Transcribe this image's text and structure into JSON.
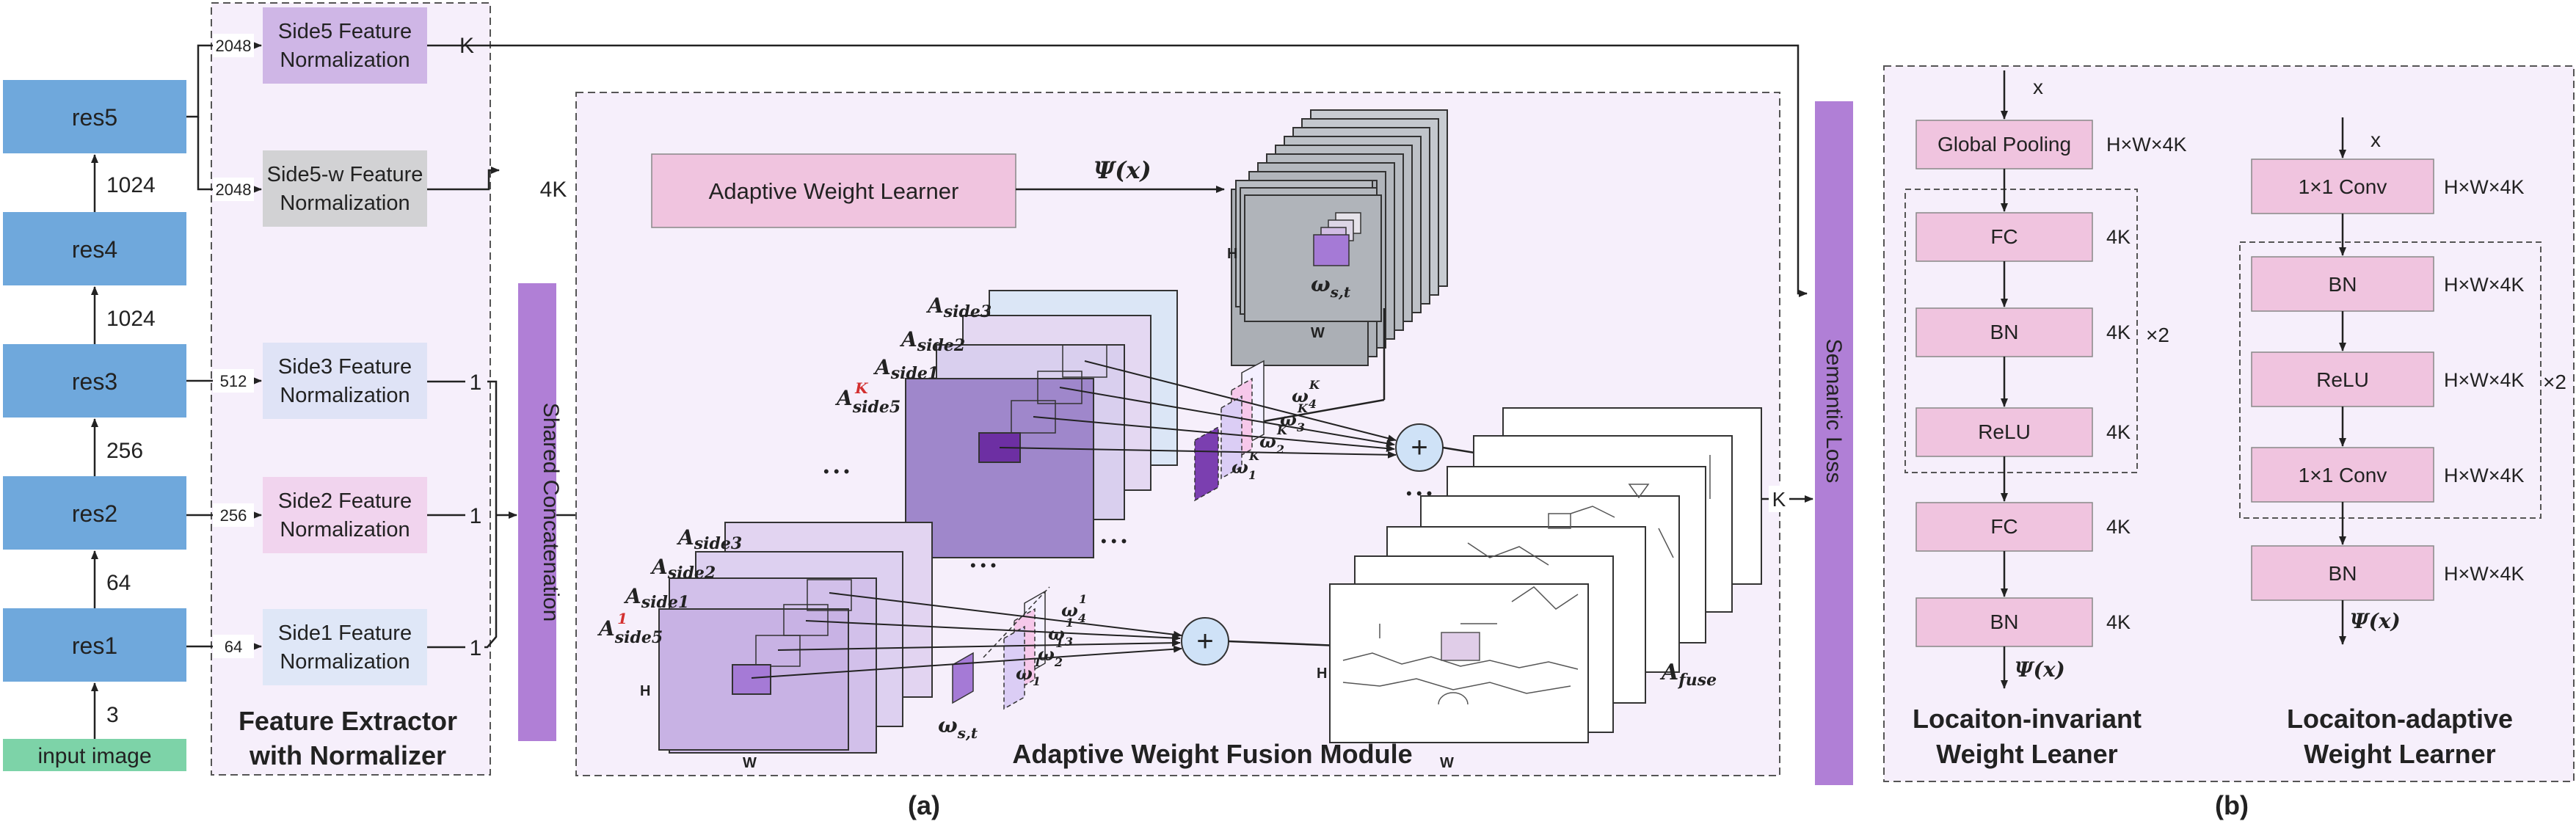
{
  "colors": {
    "res_blue": "#6fa8dc",
    "input_green": "#7dd3a8",
    "side5_purple": "#cfb6e6",
    "side5w_gray": "#d2d2d4",
    "side3_lavender": "#dfe3f6",
    "side2_pink": "#f1d4ee",
    "side1_blue": "#dfe7f7",
    "bar_purple": "#b07fd6",
    "panel_bg": "#f6effb",
    "learner_pink": "#f0c4df",
    "plus_blue": "#cfe2f7",
    "omega_purple": "#7b3fb0"
  },
  "backbone": {
    "input_label": "input image",
    "res_labels": [
      "res1",
      "res2",
      "res3",
      "res4",
      "res5"
    ],
    "channel_labels": [
      "3",
      "64",
      "256",
      "1024",
      "1024"
    ]
  },
  "extractor": {
    "side5": {
      "line1": "Side5 Feature",
      "line2": "Normalization",
      "in": "2048",
      "out": "K"
    },
    "side5w": {
      "line1": "Side5-w Feature",
      "line2": "Normalization",
      "in": "2048"
    },
    "side3": {
      "line1": "Side3 Feature",
      "line2": "Normalization",
      "in": "512",
      "out": "1"
    },
    "side2": {
      "line1": "Side2 Feature",
      "line2": "Normalization",
      "in": "256",
      "out": "1"
    },
    "side1": {
      "line1": "Side1 Feature",
      "line2": "Normalization",
      "in": "64",
      "out": "1"
    },
    "title_line1": "Feature Extractor",
    "title_line2": "with Normalizer"
  },
  "shared_concat": {
    "label": "Shared Concatenation",
    "out": "4K",
    "in_4k": "4K"
  },
  "fusion": {
    "learner": "Adaptive Weight Learner",
    "psi": "Ψ(x)",
    "omega_st": "ω",
    "omega_st_sub": "s,t",
    "H": "H",
    "W": "W",
    "A": "A",
    "side3_sub": "side3",
    "side2_sub": "side2",
    "side1_sub": "side1",
    "side5_sub": "side5",
    "sup_K": "K",
    "sup_1": "1",
    "fuse_sub": "fuse",
    "dots": "• • •",
    "plus": "+",
    "k_out": "K",
    "title": "Adaptive Weight Fusion Module"
  },
  "semantic_loss": "Semantic Loss",
  "caption_a": "(a)",
  "caption_b": "(b)",
  "invariant": {
    "x": "x",
    "blocks": [
      "Global Pooling",
      "FC",
      "BN",
      "ReLU",
      "FC",
      "BN"
    ],
    "dims": [
      "H×W×4K",
      "4K",
      "4K",
      "4K",
      "4K",
      "4K"
    ],
    "times2": "×2",
    "psi": "Ψ(x)",
    "title_line1": "Locaiton-invariant",
    "title_line2": "Weight Leaner"
  },
  "adaptive": {
    "x": "x",
    "blocks": [
      "1×1 Conv",
      "BN",
      "ReLU",
      "1×1 Conv",
      "BN"
    ],
    "dims": [
      "H×W×4K",
      "H×W×4K",
      "H×W×4K",
      "H×W×4K",
      "H×W×4K"
    ],
    "times2": "×2",
    "psi": "Ψ(x)",
    "title_line1": "Locaiton-adaptive",
    "title_line2": "Weight Learner"
  }
}
